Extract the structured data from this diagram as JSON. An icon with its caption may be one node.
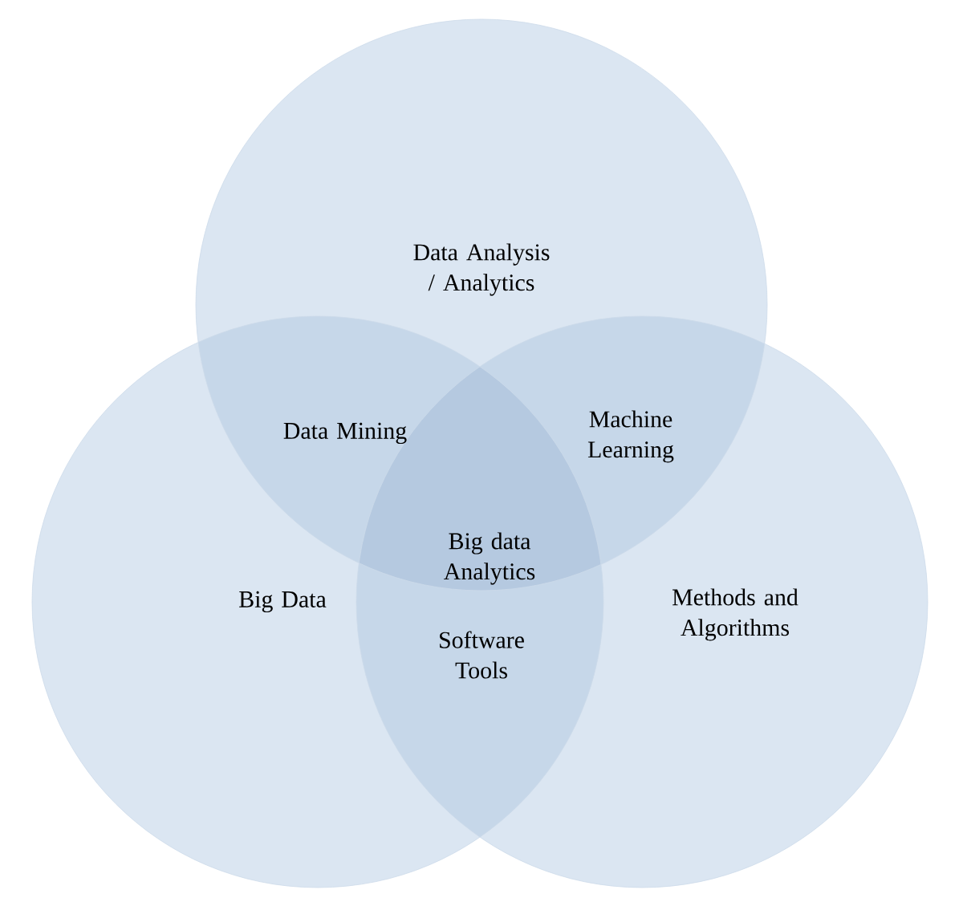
{
  "diagram": {
    "nodes": [
      {
        "text": [
          "Data Analysis / Analytics"
        ]
      },
      {
        "text": [
          "Big Data"
        ]
      },
      {
        "text": [
          "Methods and Algorithms"
        ]
      }
    ],
    "labels": [
      "Data Mining",
      "Machine Learning",
      "Big data Analytics",
      "Software Tools"
    ]
  }
}
